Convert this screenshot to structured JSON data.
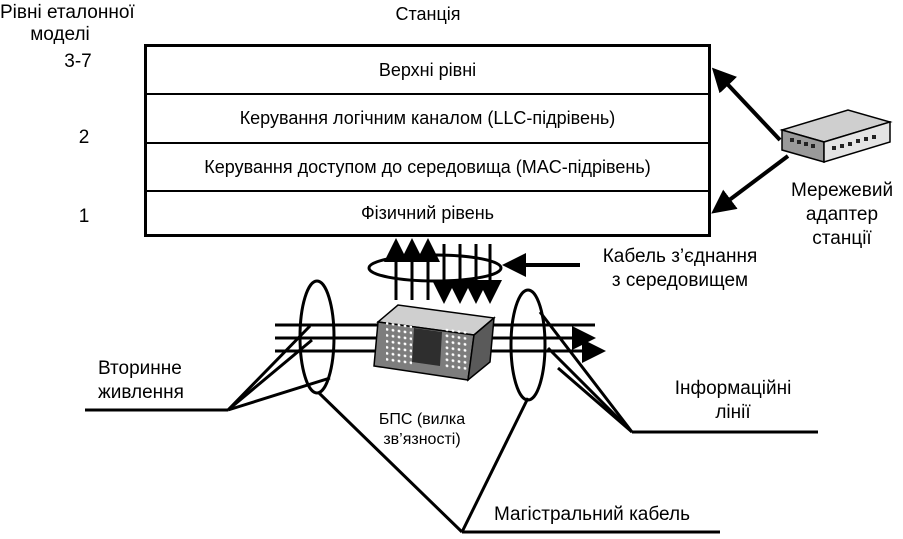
{
  "model_levels_title": [
    "Рівні еталонної",
    "моделі"
  ],
  "level_numbers": {
    "upper": "3-7",
    "l2": "2",
    "l1": "1"
  },
  "station_title": "Станція",
  "layers": [
    "Верхні рівні",
    "Керування логічним каналом (LLC-підрівень)",
    "Керування доступом до середовища (MAC-підрівень)",
    "Фізичний рівень"
  ],
  "adapter_label": [
    "Мережевий",
    "адаптер",
    "станції"
  ],
  "cable_label": [
    "Кабель з’єднання",
    "з середовищем"
  ],
  "secondary_power_label": [
    "Вторинне",
    "живлення"
  ],
  "info_lines_label": [
    "Інформаційні",
    "лінії"
  ],
  "bps_label": [
    "БПС (вилка",
    "зв’язності)"
  ],
  "trunk_cable_label": "Магістральний кабель",
  "colors": {
    "ink": "#000000",
    "device_body": "#8a8a8a",
    "device_top": "#c8c8c8",
    "device_panel": "#3a3a3a"
  }
}
